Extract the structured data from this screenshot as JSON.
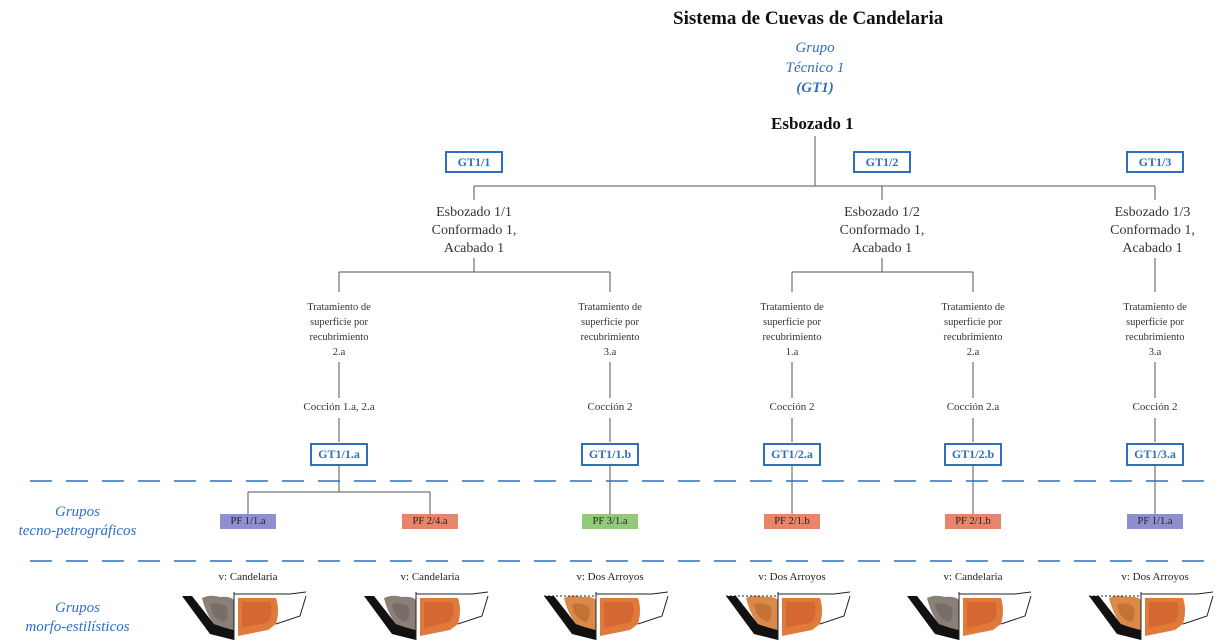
{
  "title": "Sistema de Cuevas de Candelaria",
  "group": {
    "line1": "Grupo",
    "line2": "Técnico 1",
    "code": "(GT1)"
  },
  "root": "Esbozado 1",
  "subgroups": [
    {
      "code": "GT1/1",
      "process": [
        "Esbozado 1/1",
        "Conformado 1,",
        "Acabado 1"
      ]
    },
    {
      "code": "GT1/2",
      "process": [
        "Esbozado 1/2",
        "Conformado 1,",
        "Acabado 1"
      ]
    },
    {
      "code": "GT1/3",
      "process": [
        "Esbozado 1/3",
        "Conformado 1,",
        "Acabado 1"
      ]
    }
  ],
  "leaves": [
    {
      "treatment": [
        "Tratamiento de",
        "superficie por",
        "recubrimiento",
        "2.a"
      ],
      "coccion": "Cocción 1.a, 2.a",
      "code": "GT1/1.a"
    },
    {
      "treatment": [
        "Tratamiento de",
        "superficie por",
        "recubrimiento",
        "3.a"
      ],
      "coccion": "Cocción 2",
      "code": "GT1/1.b"
    },
    {
      "treatment": [
        "Tratamiento de",
        "superficie por",
        "recubrimiento",
        "1.a"
      ],
      "coccion": "Cocción 2",
      "code": "GT1/2.a"
    },
    {
      "treatment": [
        "Tratamiento de",
        "superficie por",
        "recubrimiento",
        "2.a"
      ],
      "coccion": "Cocción 2.a",
      "code": "GT1/2.b"
    },
    {
      "treatment": [
        "Tratamiento de",
        "superficie por",
        "recubrimiento",
        "3.a"
      ],
      "coccion": "Cocción 2",
      "code": "GT1/3.a"
    }
  ],
  "petro_label": [
    "Grupos",
    "tecno-petrográficos"
  ],
  "petro_groups": [
    {
      "label": "PF 1/1.a",
      "color": "#8f8fcf"
    },
    {
      "label": "PF 2/4.a",
      "color": "#e7846a"
    },
    {
      "label": "PF 3/1.a",
      "color": "#93c97a"
    },
    {
      "label": "PF 2/1.b",
      "color": "#e7846a"
    },
    {
      "label": "PF 2/1.b",
      "color": "#e7846a"
    },
    {
      "label": "PF 1/1.a",
      "color": "#8f8fcf"
    }
  ],
  "morpho_label": [
    "Grupos",
    "morfo-estilísticos"
  ],
  "morpho_groups": [
    {
      "label": "v: Candelaria",
      "sherd": "grey"
    },
    {
      "label": "v: Candelaria",
      "sherd": "grey"
    },
    {
      "label": "v: Dos Arroyos",
      "sherd": "orange"
    },
    {
      "label": "v: Dos Arroyos",
      "sherd": "orange"
    },
    {
      "label": "v: Candelaria",
      "sherd": "grey"
    },
    {
      "label": "v: Dos Arroyos",
      "sherd": "orange"
    }
  ],
  "colors": {
    "accent": "#2e6fc0",
    "line": "#555555"
  }
}
